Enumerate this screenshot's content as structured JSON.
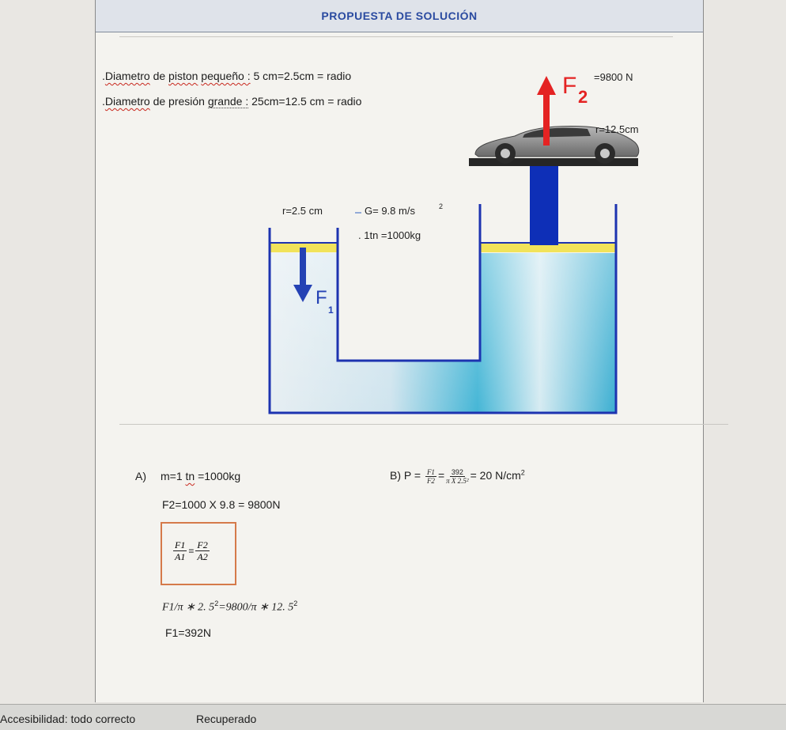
{
  "window": {
    "header_title": "PROPUESTA DE SOLUCIÓN"
  },
  "given": {
    "small_prefix": "Diametro",
    "small_mid": " de ",
    "small_word": "piston",
    "small_space": " ",
    "small_word2": "pequeño :",
    "small_value": " 5 cm=2.5cm = radio",
    "large_prefix": "Diametro",
    "large_mid": " de presión ",
    "large_word": "grande :",
    "large_value": " 25cm=12.5 cm = radio"
  },
  "diagram": {
    "f2_symbol": "F",
    "f2_sub": "2",
    "f2_value": "=9800 N",
    "r_large": "r=12.5cm",
    "r_small": "r=2.5 cm",
    "gravity": "G= 9.8 m/s",
    "gravity_exp": "2",
    "ton": ". 1tn =1000kg",
    "f1_symbol": "F",
    "f1_sub": "1",
    "colors": {
      "fluid_light": "#dcecf3",
      "fluid_cyan": "#3ab0d3",
      "outline": "#1d33b0",
      "piston_yellow": "#f1e35a",
      "arrow_red": "#e42323",
      "arrow_blue": "#2442b4",
      "column_blue": "#0e2fb7"
    }
  },
  "part_a": {
    "label": "A)",
    "mass_prefix": "m=1 ",
    "mass_unit": "tn",
    "mass_suffix": " =1000kg",
    "f2_calc": "F2=1000 X 9.8 = 9800N",
    "box_num1": "F1",
    "box_den1": "A1",
    "box_num2": "F2",
    "box_den2": "A2",
    "eq_main": "F1/π ∗ 2. 5",
    "eq_exp1": "2",
    "eq_mid": "=9800/π ∗ 12. 5",
    "eq_exp2": "2",
    "result": "F1=392N"
  },
  "part_b": {
    "label": "B) P = ",
    "frac1_num": "F1",
    "frac1_den": "F2",
    "eq": "=",
    "frac2_num": "392",
    "frac2_den": "π X 2.5²",
    "result": "= 20 N/cm",
    "result_exp": "2"
  },
  "statusbar": {
    "accessibility": "Accesibilidad: todo correcto",
    "recovered": "Recuperado"
  }
}
